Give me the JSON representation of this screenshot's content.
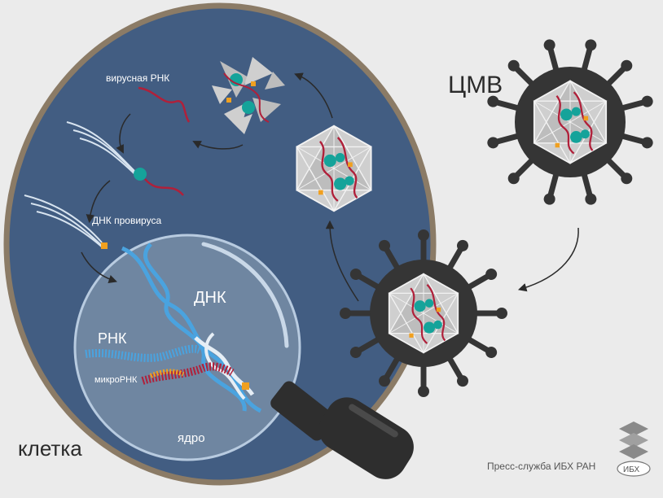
{
  "labels": {
    "viral_rna": "вирусная РНК",
    "provirus_dna": "ДНК провируса",
    "dna": "ДНК",
    "rna": "РНК",
    "microrna": "микроРНК",
    "nucleus": "ядро",
    "cell": "клетка",
    "cmv": "ЦМВ",
    "credit": "Пресс-служба ИБХ РАН",
    "logo_text": "ИБХ"
  },
  "colors": {
    "background": "#ebebeb",
    "cell_fill": "#425d82",
    "cell_border": "#8b7b66",
    "nucleus_fill": "#6f86a1",
    "nucleus_border": "#b8cbe0",
    "dna_blue": "#4aa3df",
    "dna_white": "#e6eef5",
    "rna_red": "#b0203a",
    "protein_teal": "#15a39a",
    "enzyme_orange": "#f0a020",
    "virus_dark": "#353535",
    "capsid_gray": "#cfcfcf",
    "magnifier_dark": "#2e2e2e"
  }
}
